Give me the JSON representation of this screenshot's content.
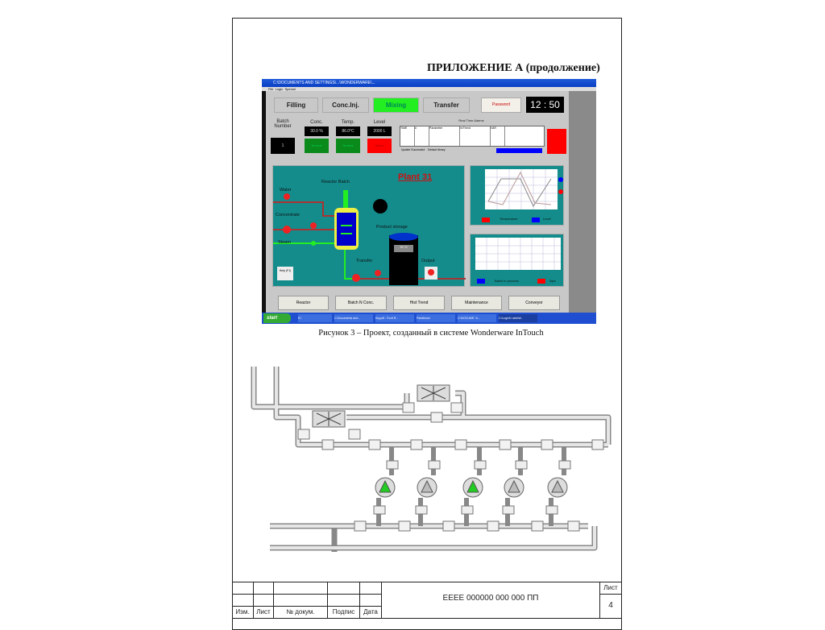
{
  "document": {
    "heading": "ПРИЛОЖЕНИЕ А (продолжение)",
    "caption": "Рисунок 3 – Проект, созданный в системе Wonderware InTouch"
  },
  "scada": {
    "window_title": "C:\\DOCUMENTS AND SETTINGS\\...\\WONDERWARE\\...",
    "menu": [
      "File",
      "Logic",
      "Special"
    ],
    "tabs": [
      "Filling",
      "Conc.Inj.",
      "Mixing",
      "Transfer"
    ],
    "active_tab": "Mixing",
    "password_label": "Password",
    "clock": "12 : 50",
    "batch_label": "Batch Number",
    "batch_value": "1",
    "gauges": [
      {
        "label": "Conc.",
        "value": "30.0 %",
        "status": "Normal"
      },
      {
        "label": "Temp.",
        "value": "86.0°C",
        "status": "Normal"
      },
      {
        "label": "Level",
        "value": "2000 L",
        "status": "Alarm"
      }
    ],
    "alarms_title": "Real Time Alarms",
    "alarm_columns": [
      "TIME",
      "#",
      "Parameter",
      "In/Trend",
      "VAR"
    ],
    "alarm_status": [
      "Update Successful",
      "Default library"
    ],
    "plant_title": "Plant 31",
    "labels": {
      "reactor": "Reactor Batch",
      "water": "Water",
      "concentrate": "Concentrate",
      "steam": "Steam",
      "product_storage": "Product storage",
      "transfer": "Transfer",
      "output": "Output",
      "help": "Help (F1)",
      "storage_value": "50 %"
    },
    "trend1_legend": [
      "Temperature",
      "Level"
    ],
    "trend2_legend": [
      "Batch in process",
      "Alps"
    ],
    "bottom_buttons": [
      "Reactor",
      "Batch N Conc.",
      "Hist Trend",
      "Maintenance",
      "Conveyor"
    ],
    "taskbar": {
      "start": "start",
      "items": [
        "E:\\",
        "C:\\Documents and...",
        "tiny.pdf - Foxit R...",
        "Paintbrush",
        "C:\\DOCUME~1\\...",
        "C:\\Logix5 Labs\\W..."
      ]
    },
    "colors": {
      "active": "#22ee22",
      "alarm": "#ff0000",
      "panel": "#148c8c"
    }
  },
  "title_block": {
    "columns": [
      "Изм.",
      "Лист",
      "№ докум.",
      "Подпис",
      "Дата"
    ],
    "designation": "ЕЕЕЕ 000000 000 000 ПП",
    "sheet_label": "Лист",
    "sheet_number": "4"
  }
}
